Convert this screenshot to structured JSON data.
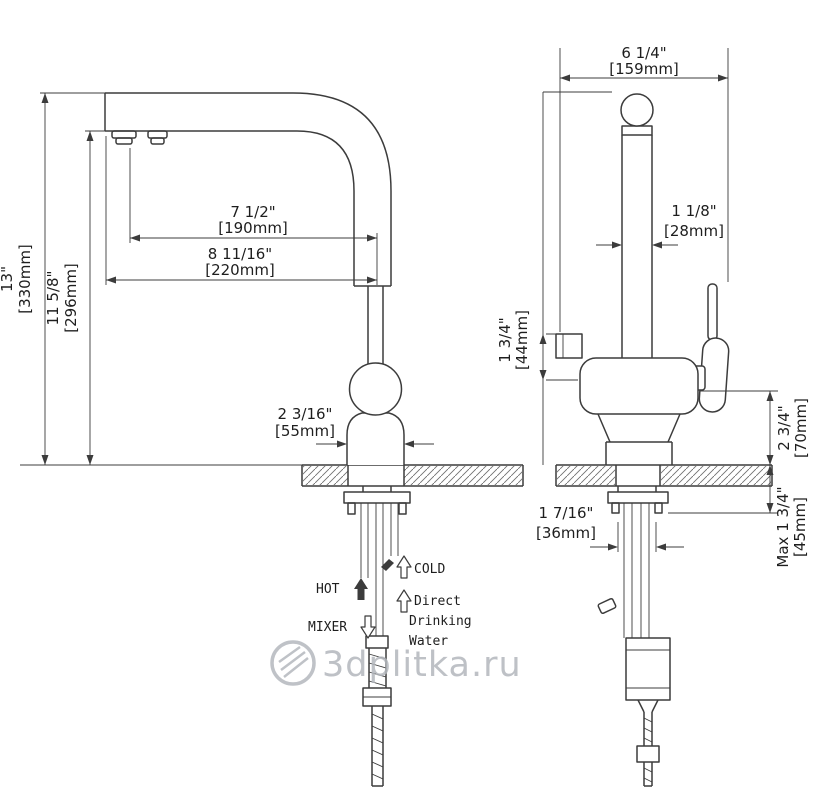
{
  "side_view": {
    "height_overall": {
      "inches": "13\"",
      "mm": "[330mm]"
    },
    "height_spout": {
      "inches": "11 5/8\"",
      "mm": "[296mm]"
    },
    "reach_spout": {
      "inches": "7 1/2\"",
      "mm": "[190mm]"
    },
    "reach_overall": {
      "inches": "8 11/16\"",
      "mm": "[220mm]"
    },
    "base_diameter": {
      "inches": "2 3/16\"",
      "mm": "[55mm]"
    },
    "supply_labels": {
      "hot": "HOT",
      "cold": "COLD",
      "mixer": "MIXER",
      "direct_line1": "Direct",
      "direct_line2": "Drinking",
      "direct_line3": "Water"
    }
  },
  "front_view": {
    "width_overall": {
      "inches": "6 1/4\"",
      "mm": "[159mm]"
    },
    "column_width": {
      "inches": "1 1/8\"",
      "mm": "[28mm]"
    },
    "outlet_height": {
      "inches": "1 3/4\"",
      "mm": "[44mm]"
    },
    "body_above_deck": {
      "inches": "2 3/4\"",
      "mm": "[70mm]"
    },
    "shank_diameter": {
      "inches": "1 7/16\"",
      "mm": "[36mm]"
    },
    "max_deck_thickness": {
      "inches": "Max 1 3/4\"",
      "mm": "[45mm]"
    }
  },
  "watermark": {
    "text": "3dplitka.ru"
  }
}
